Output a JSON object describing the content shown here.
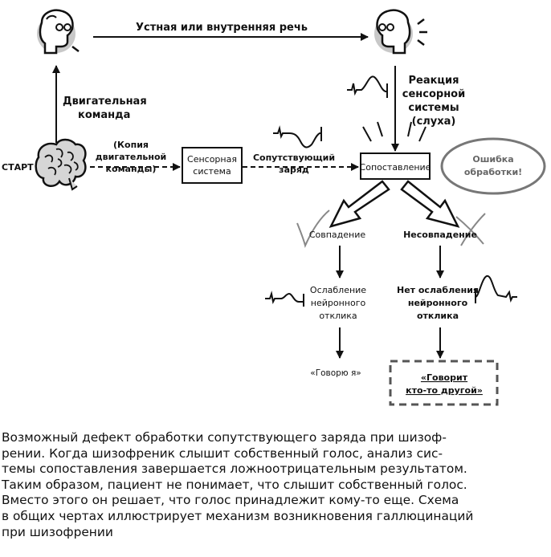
{
  "labels": {
    "top_arrow": "Устная или внутренняя речь",
    "motor_1": "Двигательная",
    "motor_2": "команда",
    "sensory_resp_1": "Реакция",
    "sensory_resp_2": "сенсорной",
    "sensory_resp_3": "системы",
    "sensory_resp_4": "(слуха)",
    "start": "СТАРТ",
    "copy_1": "(Копия",
    "copy_2": "двигательной",
    "copy_3": "команды)",
    "sensory_box_1": "Сенсорная",
    "sensory_box_2": "система",
    "discharge_1": "Сопутствующий",
    "discharge_2": "заряд",
    "compare_box": "Сопоставление",
    "error_1": "Ошибка",
    "error_2": "обработки!",
    "match": "Совпадение",
    "mismatch": "Несовпадение",
    "atten_1": "Ослабление",
    "atten_2": "нейронного",
    "atten_3": "отклика",
    "noatten_1": "Нет ослабления",
    "noatten_2": "нейронного",
    "noatten_3": "отклика",
    "i_speak": "«Говорю я»",
    "other_1": "«Говорит",
    "other_2": "кто-то другой»"
  },
  "icons": [
    "person-self-icon",
    "person-hearing-icon",
    "brain-icon",
    "check-icon",
    "cross-icon",
    "waveform-icon"
  ],
  "caption": [
    "Возможный дефект обработки сопутствующего заряда при шизоф-",
    "рении. Когда шизофреник слышит собственный голос, анализ сис-",
    "темы сопоставления завершается ложноотрицательным результатом.",
    "Таким образом, пациент не понимает, что слышит собственный голос.",
    "Вместо этого он решает, что голос принадлежит кому-то еще. Схема",
    "в общих чертах иллюстрирует механизм возникновения галлюцинаций",
    "при шизофрении"
  ]
}
